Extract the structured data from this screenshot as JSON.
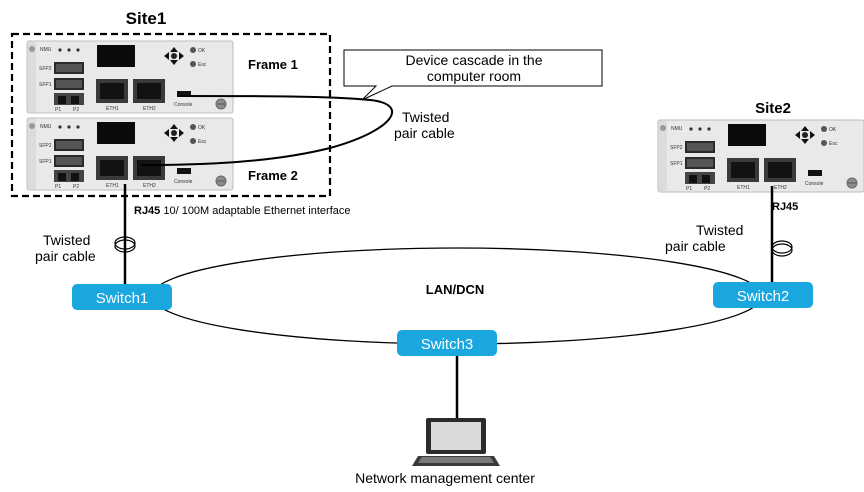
{
  "site1_label": "Site1",
  "site2_label": "Site2",
  "frame1_label": "Frame 1",
  "frame2_label": "Frame 2",
  "callout": {
    "line1": "Device cascade in the",
    "line2": "computer room"
  },
  "twisted_top": {
    "line1": "Twisted",
    "line2": "pair cable"
  },
  "twisted_left": {
    "line1": "Twisted",
    "line2": "pair cable"
  },
  "twisted_right": {
    "line1": "Twisted",
    "line2": "pair cable"
  },
  "rj45_left": {
    "bold": "RJ45",
    "rest": " 10/ 100M adaptable Ethernet interface"
  },
  "rj45_right": "RJ45",
  "network_label": "LAN/DCN",
  "switch1": "Switch1",
  "switch2": "Switch2",
  "switch3": "Switch3",
  "nmc_label": "Network management center",
  "device": {
    "nmu": "NMU",
    "sfp1": "SFP1",
    "sfp2": "SFP2",
    "ok": "OK",
    "esc": "Esc",
    "eth1": "ETH1",
    "eth2": "ETH2",
    "console": "Console",
    "p1": "P1",
    "p2": "P2"
  },
  "colors": {
    "switch_fill": "#1aa7e0",
    "device_panel": "#e9e9e9",
    "screen": "#0a0a0a"
  }
}
